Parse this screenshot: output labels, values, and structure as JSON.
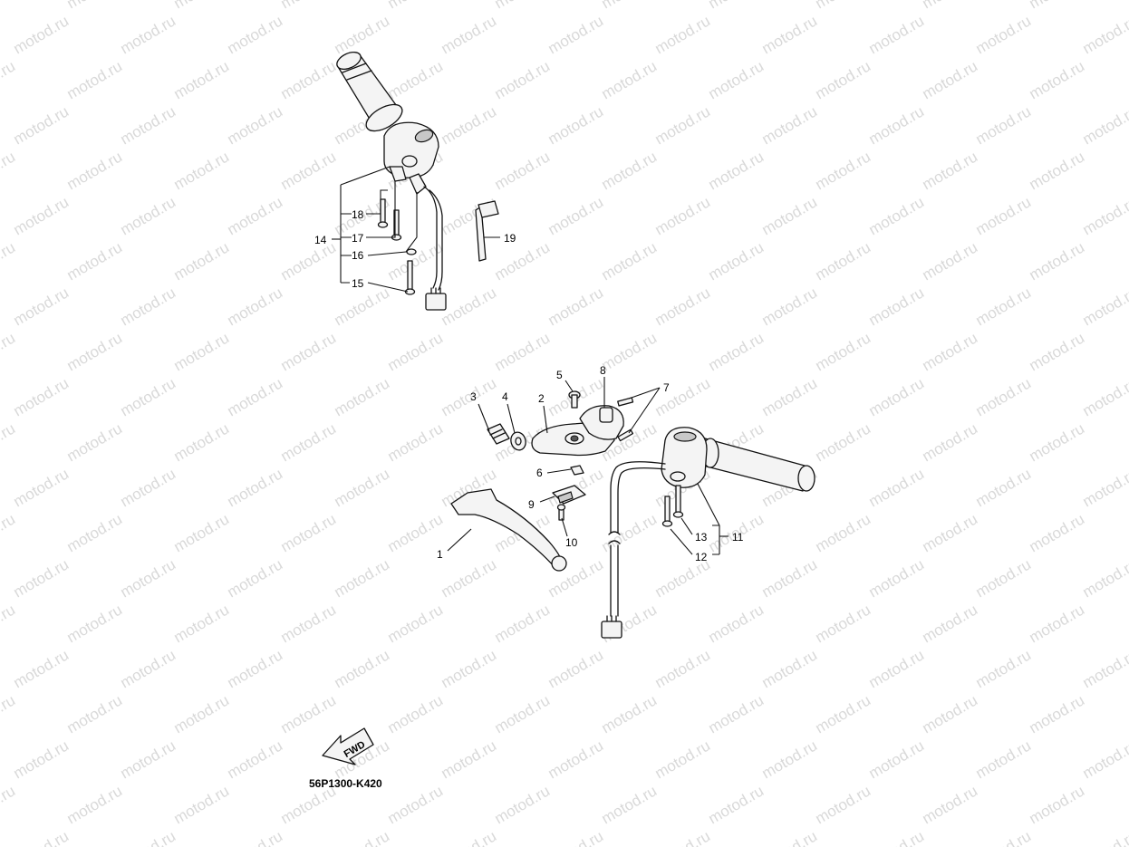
{
  "watermark": {
    "text": "motod.ru",
    "color": "#d9d9d9"
  },
  "drawing_code": "56P1300-K420",
  "fwd_label": "FWD",
  "callouts": [
    {
      "id": "c1",
      "label": "1"
    },
    {
      "id": "c2",
      "label": "2"
    },
    {
      "id": "c3",
      "label": "3"
    },
    {
      "id": "c4",
      "label": "4"
    },
    {
      "id": "c5",
      "label": "5"
    },
    {
      "id": "c6",
      "label": "6"
    },
    {
      "id": "c7",
      "label": "7"
    },
    {
      "id": "c8",
      "label": "8"
    },
    {
      "id": "c9",
      "label": "9"
    },
    {
      "id": "c10",
      "label": "10"
    },
    {
      "id": "c11",
      "label": "11"
    },
    {
      "id": "c12",
      "label": "12"
    },
    {
      "id": "c13",
      "label": "13"
    },
    {
      "id": "c14",
      "label": "14"
    },
    {
      "id": "c15",
      "label": "15"
    },
    {
      "id": "c16",
      "label": "16"
    },
    {
      "id": "c17",
      "label": "17"
    },
    {
      "id": "c18",
      "label": "18"
    },
    {
      "id": "c19",
      "label": "19"
    }
  ]
}
